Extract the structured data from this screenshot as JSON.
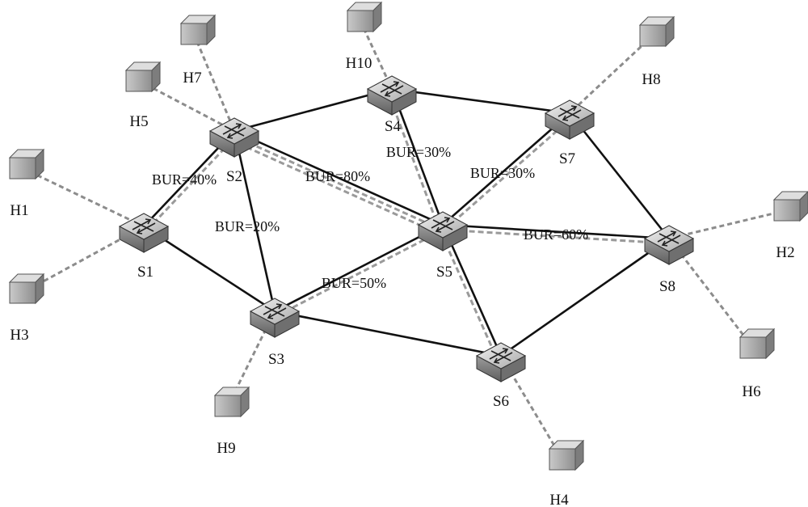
{
  "switches": [
    {
      "id": "S1",
      "label": "S1"
    },
    {
      "id": "S2",
      "label": "S2"
    },
    {
      "id": "S3",
      "label": "S3"
    },
    {
      "id": "S4",
      "label": "S4"
    },
    {
      "id": "S5",
      "label": "S5"
    },
    {
      "id": "S6",
      "label": "S6"
    },
    {
      "id": "S7",
      "label": "S7"
    },
    {
      "id": "S8",
      "label": "S8"
    }
  ],
  "hosts": [
    {
      "id": "H1",
      "label": "H1",
      "switch": "S1"
    },
    {
      "id": "H2",
      "label": "H2",
      "switch": "S8"
    },
    {
      "id": "H3",
      "label": "H3",
      "switch": "S1"
    },
    {
      "id": "H4",
      "label": "H4",
      "switch": "S6"
    },
    {
      "id": "H5",
      "label": "H5",
      "switch": "S2"
    },
    {
      "id": "H6",
      "label": "H6",
      "switch": "S8"
    },
    {
      "id": "H7",
      "label": "H7",
      "switch": "S2"
    },
    {
      "id": "H8",
      "label": "H8",
      "switch": "S7"
    },
    {
      "id": "H9",
      "label": "H9",
      "switch": "S3"
    },
    {
      "id": "H10",
      "label": "H10",
      "switch": "S4"
    }
  ],
  "links": [
    {
      "from": "S1",
      "to": "S2"
    },
    {
      "from": "S1",
      "to": "S3"
    },
    {
      "from": "S2",
      "to": "S3"
    },
    {
      "from": "S2",
      "to": "S4"
    },
    {
      "from": "S2",
      "to": "S5"
    },
    {
      "from": "S3",
      "to": "S5"
    },
    {
      "from": "S3",
      "to": "S6"
    },
    {
      "from": "S4",
      "to": "S5"
    },
    {
      "from": "S4",
      "to": "S7"
    },
    {
      "from": "S5",
      "to": "S6"
    },
    {
      "from": "S5",
      "to": "S7"
    },
    {
      "from": "S5",
      "to": "S8"
    },
    {
      "from": "S6",
      "to": "S8"
    },
    {
      "from": "S7",
      "to": "S8"
    }
  ],
  "flow_paths": [
    {
      "from": "S1",
      "to": "S2"
    },
    {
      "from": "S2",
      "to": "S5"
    },
    {
      "from": "S2",
      "to": "S5"
    },
    {
      "from": "S3",
      "to": "S5"
    },
    {
      "from": "S4",
      "to": "S5"
    },
    {
      "from": "S5",
      "to": "S7"
    },
    {
      "from": "S5",
      "to": "S8"
    },
    {
      "from": "S5",
      "to": "S6"
    }
  ],
  "bur_labels": [
    {
      "link": "S1-S2",
      "text": "BUR=40%"
    },
    {
      "link": "S2-S5",
      "text": "BUR=80%"
    },
    {
      "link": "S2-S3",
      "text": "BUR=20%"
    },
    {
      "link": "S4-S5",
      "text": "BUR=30%"
    },
    {
      "link": "S5-S7",
      "text": "BUR=30%"
    },
    {
      "link": "S5-S8",
      "text": "BUR=60%"
    },
    {
      "link": "S3-S5",
      "text": "BUR=50%"
    }
  ],
  "colors": {
    "link": "#111111",
    "flow": "#9a9a9a",
    "host_link": "#8c8c8c",
    "switch_top": "#d8d8d8",
    "switch_side": "#9a9a9a",
    "host_face": "#b5b5b5"
  }
}
